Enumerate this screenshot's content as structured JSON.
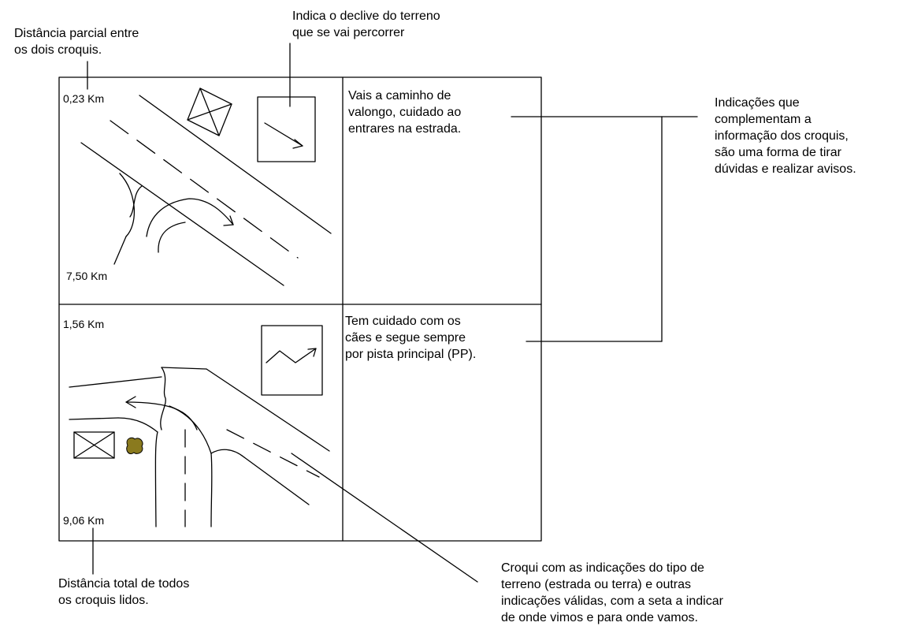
{
  "annotations": {
    "partial_distance": "Distância parcial entre\nos dois croquis.",
    "slope": "Indica o declive do terreno\nque se vai percorrer",
    "indications": "Indicações que\ncomplementam a\ninformação dos croquis,\nsão uma forma de tirar\ndúvidas e realizar avisos.",
    "total_distance": "Distância total de todos\nos croquis lidos.",
    "croqui": "Croqui com as indicações do tipo de\nterreno (estrada ou terra) e outras\nindicações válidas, com a seta a indicar\nde onde vimos e para onde vamos."
  },
  "sheet": {
    "row1": {
      "partial_km": "0,23 Km",
      "total_km": "7,50 Km",
      "note": "Vais a caminho de\nvalongo, cuidado ao\nentrares na estrada."
    },
    "row2": {
      "partial_km": "1,56 Km",
      "total_km": "9,06 Km",
      "note": "Tem cuidado com os\ncães e segue sempre\npor pista principal (PP)."
    }
  },
  "colors": {
    "line": "#000000",
    "bush": "#8a7a1e"
  }
}
